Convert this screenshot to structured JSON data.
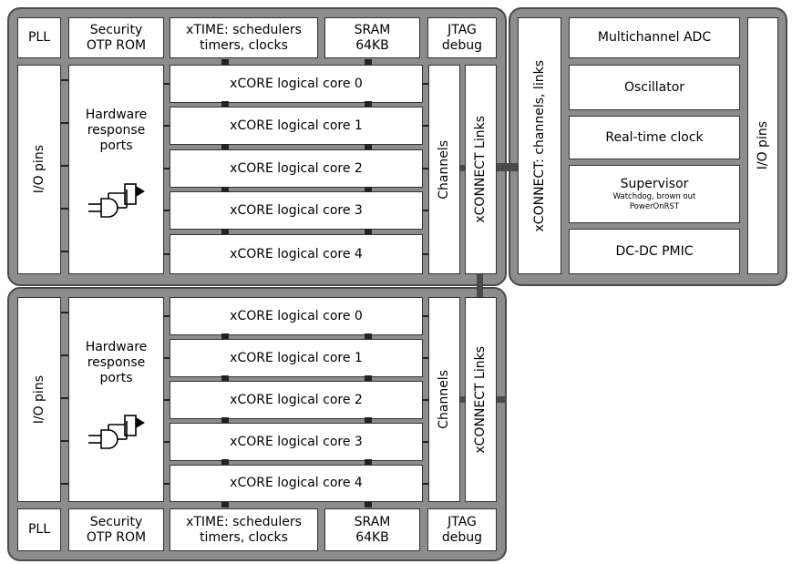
{
  "tile_top": {
    "header": {
      "pll": "PLL",
      "security": "Security\nOTP ROM",
      "xtime": "xTIME: schedulers\ntimers, clocks",
      "sram": "SRAM\n64KB",
      "jtag": "JTAG\ndebug"
    },
    "io_pins": "I/O pins",
    "hw_ports": "Hardware\nresponse\nports",
    "cores": [
      "xCORE logical core 0",
      "xCORE logical core 1",
      "xCORE logical core 2",
      "xCORE logical core 3",
      "xCORE logical core 4"
    ],
    "channels": "Channels",
    "links": "xCONNECT Links"
  },
  "tile_bottom": {
    "header": {
      "pll": "PLL",
      "security": "Security\nOTP ROM",
      "xtime": "xTIME: schedulers\ntimers, clocks",
      "sram": "SRAM\n64KB",
      "jtag": "JTAG\ndebug"
    },
    "io_pins": "I/O pins",
    "hw_ports": "Hardware\nresponse\nports",
    "cores": [
      "xCORE logical core 0",
      "xCORE logical core 1",
      "xCORE logical core 2",
      "xCORE logical core 3",
      "xCORE logical core 4"
    ],
    "channels": "Channels",
    "links": "xCONNECT Links"
  },
  "analog_tile": {
    "xconnect": "xCONNECT: channels, links",
    "adc": "Multichannel ADC",
    "oscillator": "Oscillator",
    "rtc": "Real-time clock",
    "supervisor": "Supervisor",
    "supervisor_sub1": "Watchdog, brown out",
    "supervisor_sub2": "PowerOnRST",
    "pmic": "DC-DC PMIC",
    "io_pins": "I/O pins"
  },
  "colors": {
    "tile_fill": "#8c8c8c",
    "tile_border": "#4a4a4a",
    "box_fill": "#ffffff"
  }
}
